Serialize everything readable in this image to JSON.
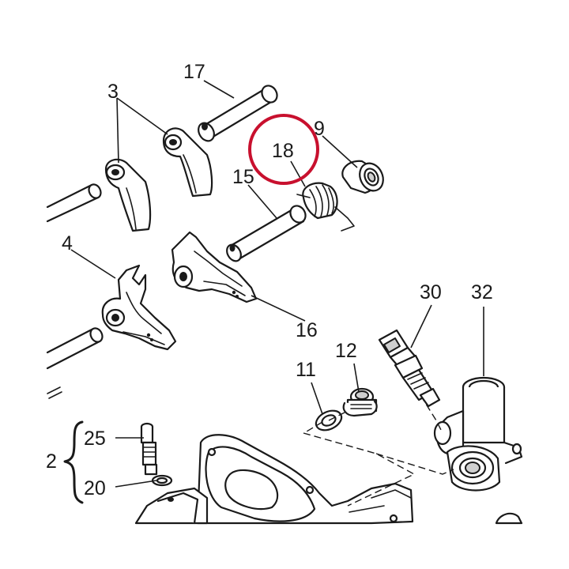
{
  "highlight_color": "#c8102e",
  "line_color": "#1a1a1a",
  "callouts": {
    "c17": "17",
    "c3": "3",
    "c9": "9",
    "c18": "18",
    "c15": "15",
    "c4": "4",
    "c16": "16",
    "c30": "30",
    "c32": "32",
    "c12": "12",
    "c11": "11",
    "c25": "25",
    "c2": "2",
    "c20": "20"
  },
  "highlighted_callout": "18"
}
